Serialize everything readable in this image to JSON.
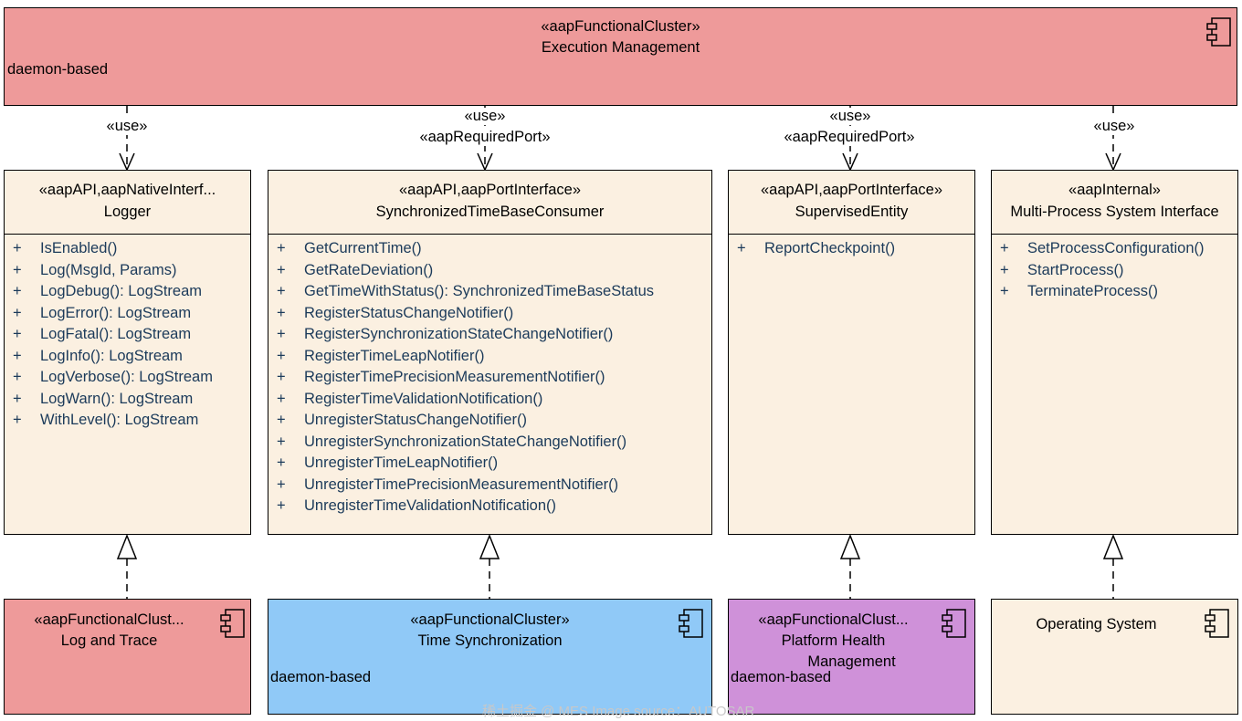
{
  "top_cluster": {
    "stereotype": "«aapFunctionalCluster»",
    "name": "Execution Management",
    "note": "daemon-based",
    "icon": "component-icon"
  },
  "connectors": {
    "logger_use": "«use»",
    "timebase_use": "«use»",
    "timebase_port": "«aapRequiredPort»",
    "supervised_use": "«use»",
    "supervised_port": "«aapRequiredPort»",
    "mpsi_use": "«use»"
  },
  "interfaces": {
    "logger": {
      "stereotype": "«aapAPI,aapNativeInterf...",
      "name": "Logger",
      "operations": [
        {
          "vis": "+",
          "sig": "IsEnabled()"
        },
        {
          "vis": "+",
          "sig": "Log(MsgId, Params)"
        },
        {
          "vis": "+",
          "sig": "LogDebug(): LogStream"
        },
        {
          "vis": "+",
          "sig": "LogError(): LogStream"
        },
        {
          "vis": "+",
          "sig": "LogFatal(): LogStream"
        },
        {
          "vis": "+",
          "sig": "LogInfo(): LogStream"
        },
        {
          "vis": "+",
          "sig": "LogVerbose(): LogStream"
        },
        {
          "vis": "+",
          "sig": "LogWarn(): LogStream"
        },
        {
          "vis": "+",
          "sig": "WithLevel(): LogStream"
        }
      ]
    },
    "timebase": {
      "stereotype": "«aapAPI,aapPortInterface»",
      "name": "SynchronizedTimeBaseConsumer",
      "operations": [
        {
          "vis": "+",
          "sig": "GetCurrentTime()"
        },
        {
          "vis": "+",
          "sig": "GetRateDeviation()"
        },
        {
          "vis": "+",
          "sig": "GetTimeWithStatus(): SynchronizedTimeBaseStatus"
        },
        {
          "vis": "+",
          "sig": "RegisterStatusChangeNotifier()"
        },
        {
          "vis": "+",
          "sig": "RegisterSynchronizationStateChangeNotifier()"
        },
        {
          "vis": "+",
          "sig": "RegisterTimeLeapNotifier()"
        },
        {
          "vis": "+",
          "sig": "RegisterTimePrecisionMeasurementNotifier()"
        },
        {
          "vis": "+",
          "sig": "RegisterTimeValidationNotification()"
        },
        {
          "vis": "+",
          "sig": "UnregisterStatusChangeNotifier()"
        },
        {
          "vis": "+",
          "sig": "UnregisterSynchronizationStateChangeNotifier()"
        },
        {
          "vis": "+",
          "sig": "UnregisterTimeLeapNotifier()"
        },
        {
          "vis": "+",
          "sig": "UnregisterTimePrecisionMeasurementNotifier()"
        },
        {
          "vis": "+",
          "sig": "UnregisterTimeValidationNotification()"
        }
      ]
    },
    "supervised": {
      "stereotype": "«aapAPI,aapPortInterface»",
      "name": "SupervisedEntity",
      "operations": [
        {
          "vis": "+",
          "sig": "ReportCheckpoint()"
        }
      ]
    },
    "mpsi": {
      "stereotype": "«aapInternal»",
      "name": "Multi-Process System Interface",
      "operations": [
        {
          "vis": "+",
          "sig": "SetProcessConfiguration()"
        },
        {
          "vis": "+",
          "sig": "StartProcess()"
        },
        {
          "vis": "+",
          "sig": "TerminateProcess()"
        }
      ]
    }
  },
  "bottom_clusters": {
    "log_trace": {
      "stereotype": "«aapFunctionalClust...",
      "name": "Log and Trace",
      "color": "#ee9a9a"
    },
    "time_sync": {
      "stereotype": "«aapFunctionalCluster»",
      "name": "Time Synchronization",
      "note": "daemon-based",
      "color": "#90c9f7"
    },
    "phm": {
      "stereotype": "«aapFunctionalClust...",
      "name_line1": "Platform Health",
      "name_line2": "Management",
      "note": "daemon-based",
      "color": "#cf91d9"
    },
    "os": {
      "name": "Operating System",
      "color": "#fbf0e1"
    }
  },
  "watermark": "稀土掘金 @ MES  Image source：AUTOSAR"
}
